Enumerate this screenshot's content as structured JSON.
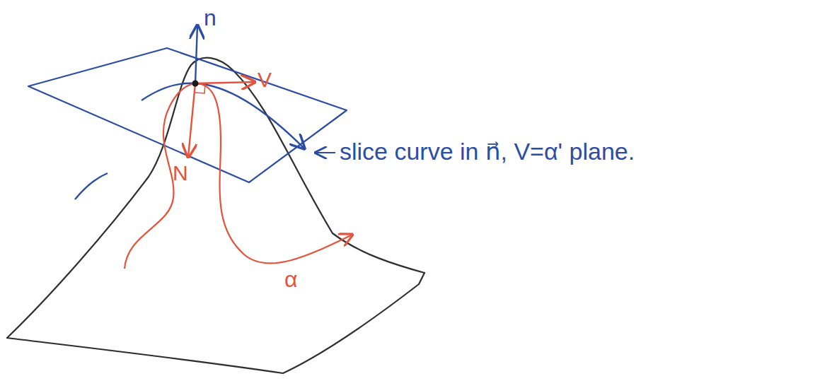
{
  "diagram": {
    "labels": [
      "n",
      "V",
      "N",
      "α",
      "slice curve in n⃗, V=α' plane."
    ]
  }
}
